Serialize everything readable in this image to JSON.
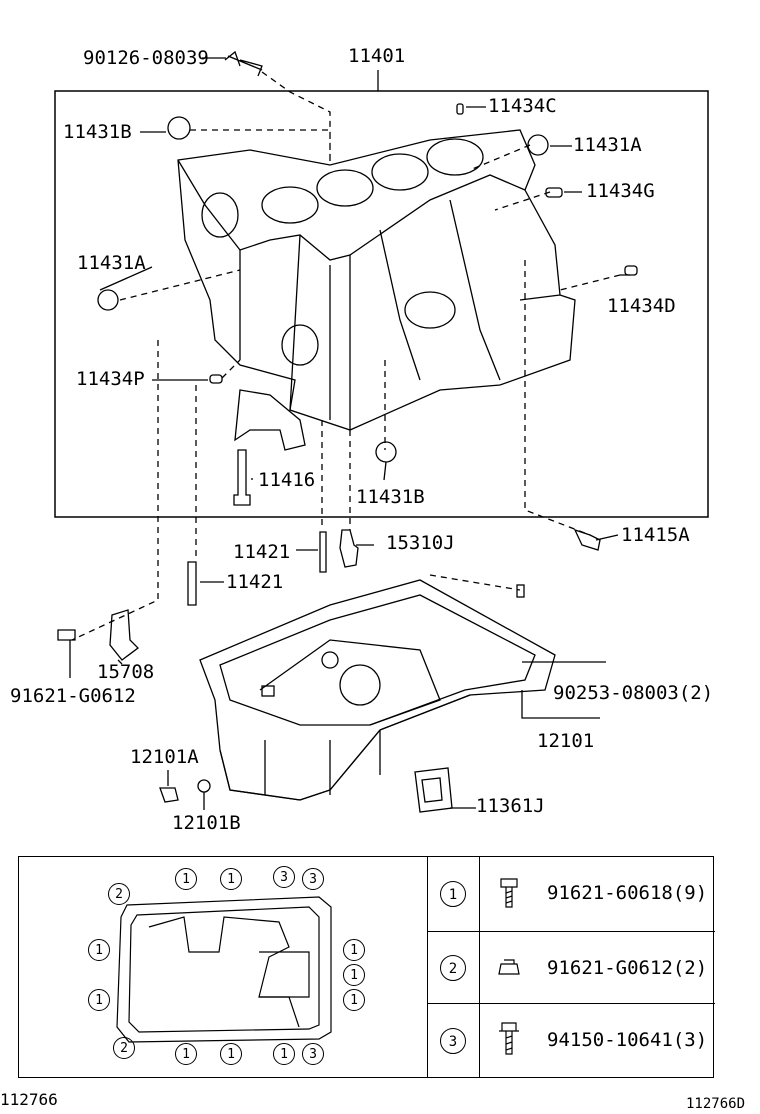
{
  "parts": {
    "p90126": "90126-08039",
    "p11401": "11401",
    "p11434C": "11434C",
    "p11431B_top": "11431B",
    "p11431A_right": "11431A",
    "p11434G": "11434G",
    "p11431A_left": "11431A",
    "p11434D": "11434D",
    "p11434P": "11434P",
    "p11416": "11416",
    "p11431B_bottom": "11431B",
    "p11415A": "11415A",
    "p11421_a": "11421",
    "p15310J": "15310J",
    "p11421_b": "11421",
    "p15708": "15708",
    "p91621G": "91621-G0612",
    "p90253": "90253-08003(2)",
    "p12101": "12101",
    "p12101A": "12101A",
    "p12101B": "12101B",
    "p11361J": "11361J"
  },
  "legend": {
    "rows": [
      {
        "num": "1",
        "part": "91621-60618(9)"
      },
      {
        "num": "2",
        "part": "91621-G0612(2)"
      },
      {
        "num": "3",
        "part": "94150-10641(3)"
      }
    ],
    "callouts": [
      "2",
      "1",
      "1",
      "3",
      "3",
      "1",
      "1",
      "1",
      "1",
      "1",
      "1",
      "2",
      "1",
      "1",
      "1",
      "3"
    ]
  },
  "footer": {
    "left": "112766",
    "right": "112766D"
  }
}
